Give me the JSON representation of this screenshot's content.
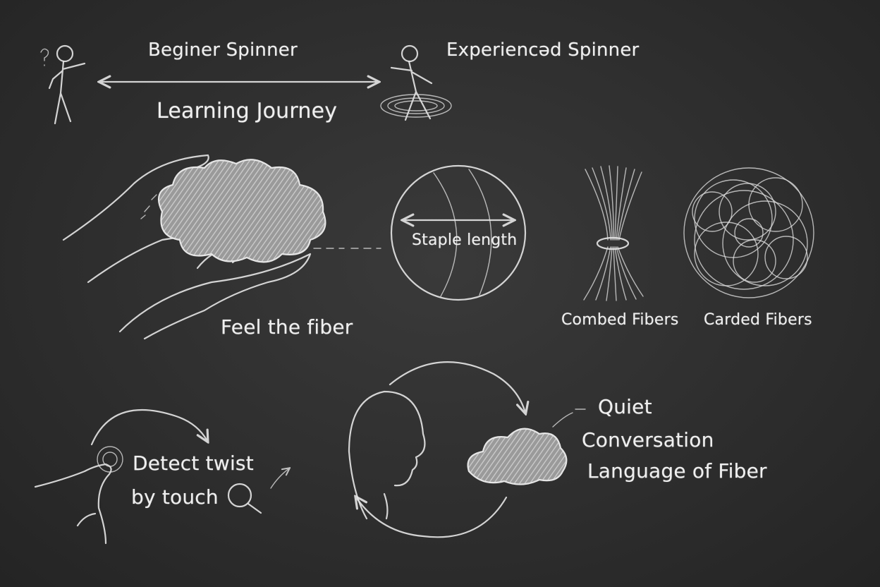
{
  "labels": {
    "beginner": "Beginer Spinner",
    "experienced": "Experiencәd Spinner",
    "journey": "Learning Journey",
    "feel": "Feel the fiber",
    "staple": "Staple length",
    "combed": "Combed Fibers",
    "carded": "Carded Fibers",
    "detect_line1": "Detect twist",
    "detect_line2": "by touch",
    "quiet": "Quiet",
    "conversation": "Conversation",
    "language": "Language of Fiber"
  },
  "colors": {
    "board": "#2e2e2e",
    "chalk": "#e6e6e6"
  }
}
